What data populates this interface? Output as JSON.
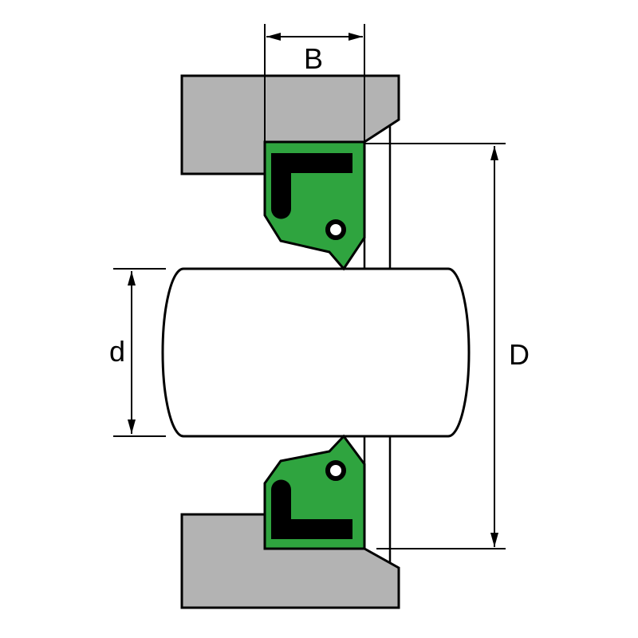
{
  "labels": {
    "seal_width": "B",
    "shaft_diameter": "d",
    "bore_diameter": "D"
  },
  "colors": {
    "background": "#ffffff",
    "housing": "#b3b3b3",
    "seal": "#2fa43f",
    "insert": "#000000",
    "outline": "#000000"
  }
}
